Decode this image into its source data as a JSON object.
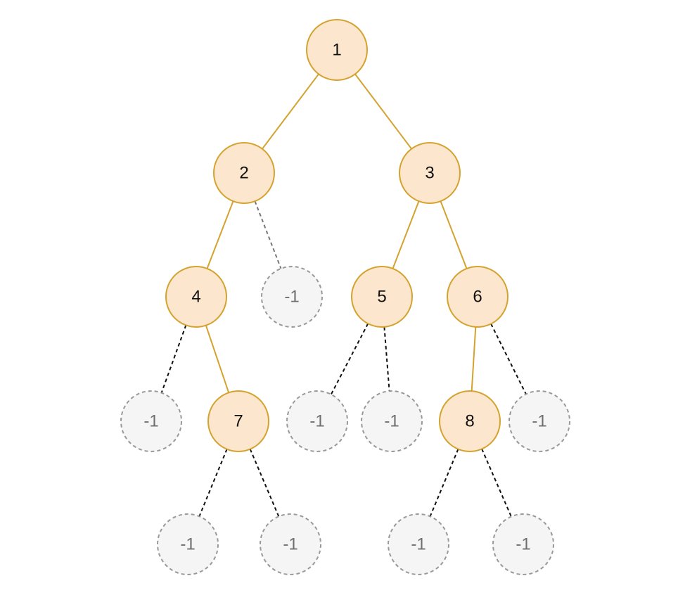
{
  "colors": {
    "node_fill": "#fce6cd",
    "node_stroke": "#d4a32f",
    "null_fill": "#f5f5f5",
    "null_stroke": "#999999",
    "edge_real": "#d4a32f",
    "edge_null": "#111111"
  },
  "tree": {
    "nodes": [
      {
        "id": "n1",
        "label": "1",
        "kind": "real"
      },
      {
        "id": "n2",
        "label": "2",
        "kind": "real"
      },
      {
        "id": "n3",
        "label": "3",
        "kind": "real"
      },
      {
        "id": "n4",
        "label": "4",
        "kind": "real"
      },
      {
        "id": "n2r",
        "label": "-1",
        "kind": "null"
      },
      {
        "id": "n5",
        "label": "5",
        "kind": "real"
      },
      {
        "id": "n6",
        "label": "6",
        "kind": "real"
      },
      {
        "id": "n4l",
        "label": "-1",
        "kind": "null"
      },
      {
        "id": "n7",
        "label": "7",
        "kind": "real"
      },
      {
        "id": "n5l",
        "label": "-1",
        "kind": "null"
      },
      {
        "id": "n5r",
        "label": "-1",
        "kind": "null"
      },
      {
        "id": "n8",
        "label": "8",
        "kind": "real"
      },
      {
        "id": "n6r",
        "label": "-1",
        "kind": "null"
      },
      {
        "id": "n7l",
        "label": "-1",
        "kind": "null"
      },
      {
        "id": "n7r",
        "label": "-1",
        "kind": "null"
      },
      {
        "id": "n8l",
        "label": "-1",
        "kind": "null"
      },
      {
        "id": "n8r",
        "label": "-1",
        "kind": "null"
      }
    ],
    "edges": [
      {
        "from": "n1",
        "to": "n2",
        "kind": "real"
      },
      {
        "from": "n1",
        "to": "n3",
        "kind": "real"
      },
      {
        "from": "n2",
        "to": "n4",
        "kind": "real"
      },
      {
        "from": "n2",
        "to": "n2r",
        "kind": "null-grey"
      },
      {
        "from": "n3",
        "to": "n5",
        "kind": "real"
      },
      {
        "from": "n3",
        "to": "n6",
        "kind": "real"
      },
      {
        "from": "n4",
        "to": "n4l",
        "kind": "null"
      },
      {
        "from": "n4",
        "to": "n7",
        "kind": "real"
      },
      {
        "from": "n5",
        "to": "n5l",
        "kind": "null"
      },
      {
        "from": "n5",
        "to": "n5r",
        "kind": "null"
      },
      {
        "from": "n6",
        "to": "n8",
        "kind": "real"
      },
      {
        "from": "n6",
        "to": "n6r",
        "kind": "null"
      },
      {
        "from": "n7",
        "to": "n7l",
        "kind": "null"
      },
      {
        "from": "n7",
        "to": "n7r",
        "kind": "null"
      },
      {
        "from": "n8",
        "to": "n8l",
        "kind": "null"
      },
      {
        "from": "n8",
        "to": "n8r",
        "kind": "null"
      }
    ]
  }
}
